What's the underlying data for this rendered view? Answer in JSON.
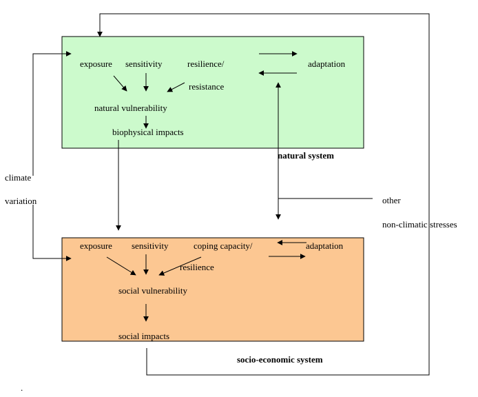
{
  "natural_system": {
    "title": "natural system",
    "fill": "#ccfacc",
    "exposure": "exposure",
    "sensitivity": "sensitivity",
    "resilience_line1": "resilience/",
    "resilience_line2": "resistance",
    "adaptation": "adaptation",
    "vulnerability": "natural vulnerability",
    "impacts": "biophysical impacts"
  },
  "socio_economic_system": {
    "title": "socio-economic system",
    "fill": "#fcc792",
    "exposure": "exposure",
    "sensitivity": "sensitivity",
    "coping_line1": "coping capacity/",
    "coping_line2": "resilience",
    "adaptation": "adaptation",
    "vulnerability": "social vulnerability",
    "impacts": "social impacts"
  },
  "external": {
    "climate_line1": "climate",
    "climate_line2": "variation",
    "other_line1": "other",
    "other_line2": "non-climatic stresses"
  },
  "footnote": "."
}
